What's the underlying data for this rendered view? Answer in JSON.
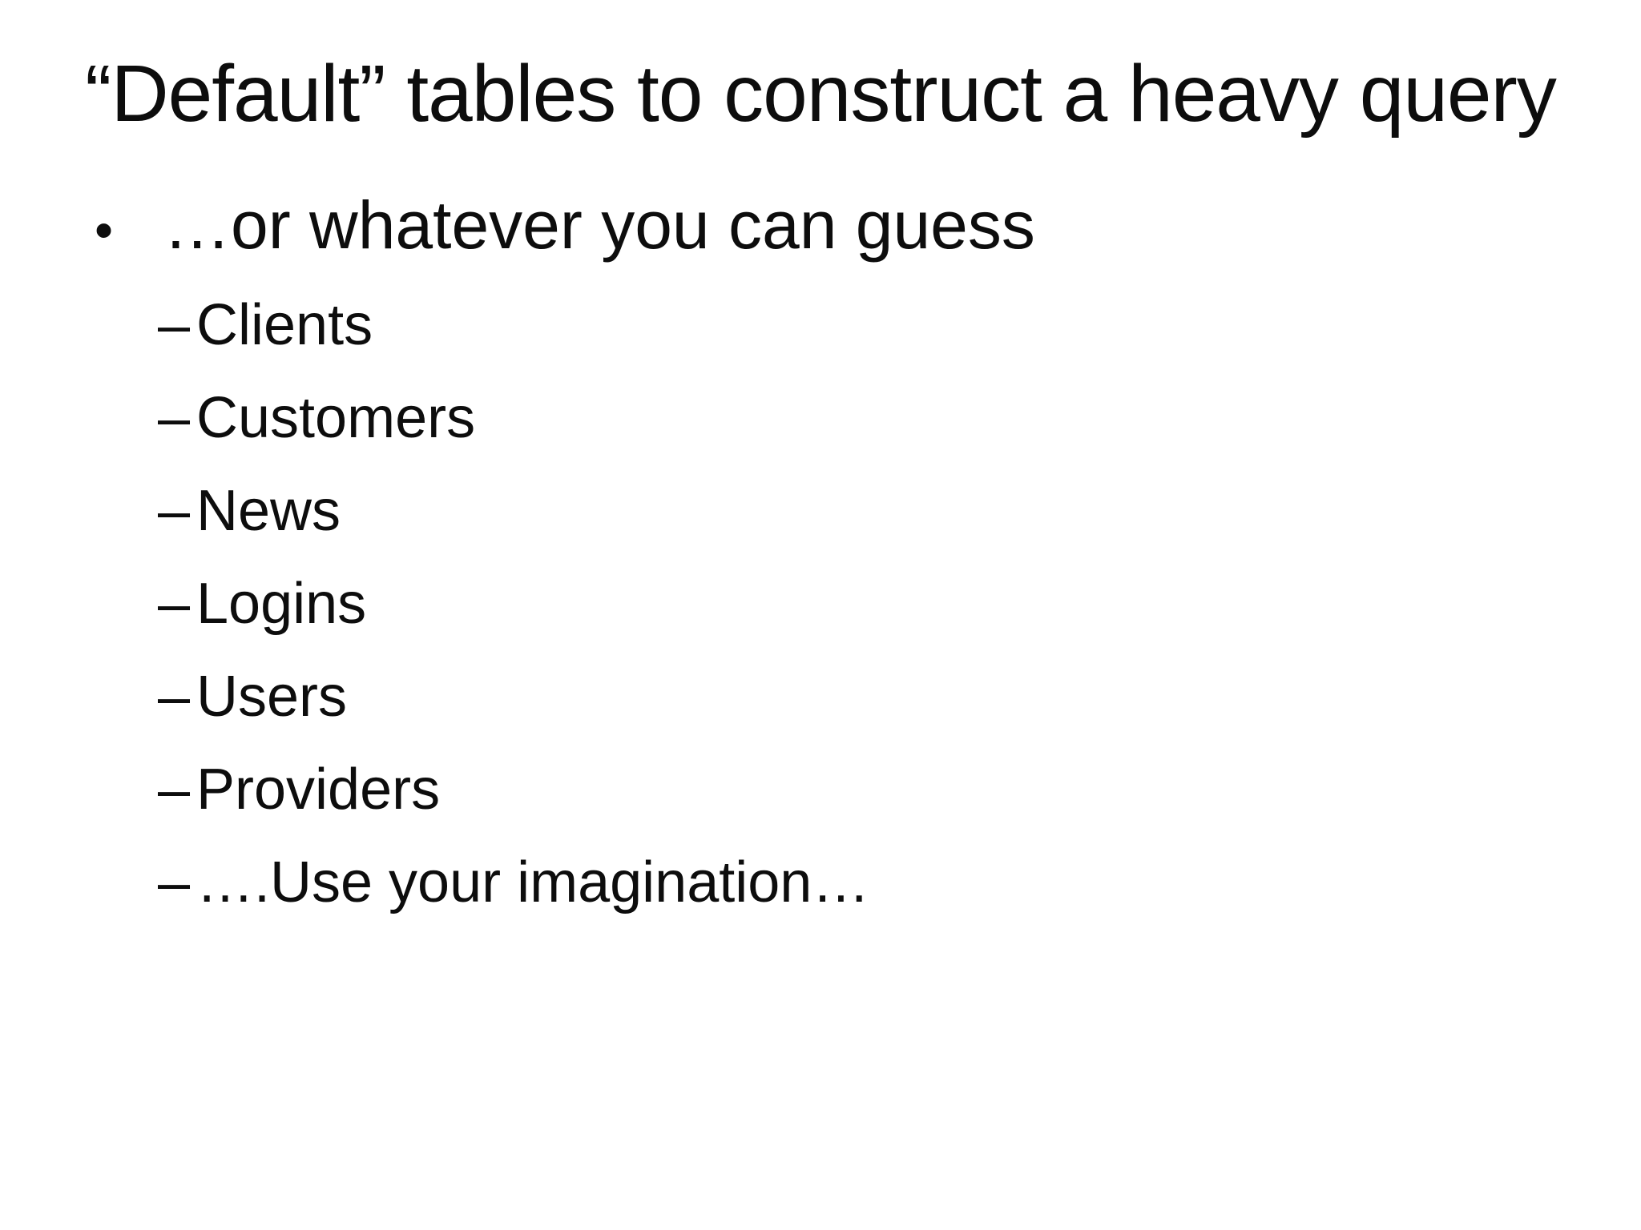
{
  "slide": {
    "title": "“Default” tables to construct a heavy query",
    "bullet": {
      "marker": "•",
      "text": "…or whatever you can guess"
    },
    "sub_bullets": {
      "marker": "–",
      "items": [
        "Clients",
        "Customers",
        "News",
        "Logins",
        "Users",
        "Providers",
        "….Use your imagination…"
      ]
    }
  }
}
